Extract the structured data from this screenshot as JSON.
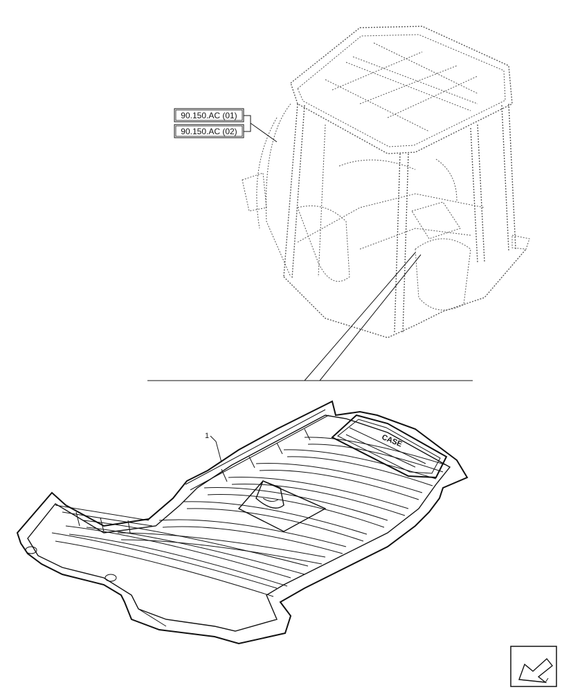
{
  "references": [
    {
      "label": "90.150.AC (01)"
    },
    {
      "label": "90.150.AC (02)"
    }
  ],
  "callouts": [
    {
      "label": "1"
    }
  ],
  "logo": {
    "text": "CASE"
  },
  "nav_icon": {
    "name": "next-page-arrow-icon"
  }
}
